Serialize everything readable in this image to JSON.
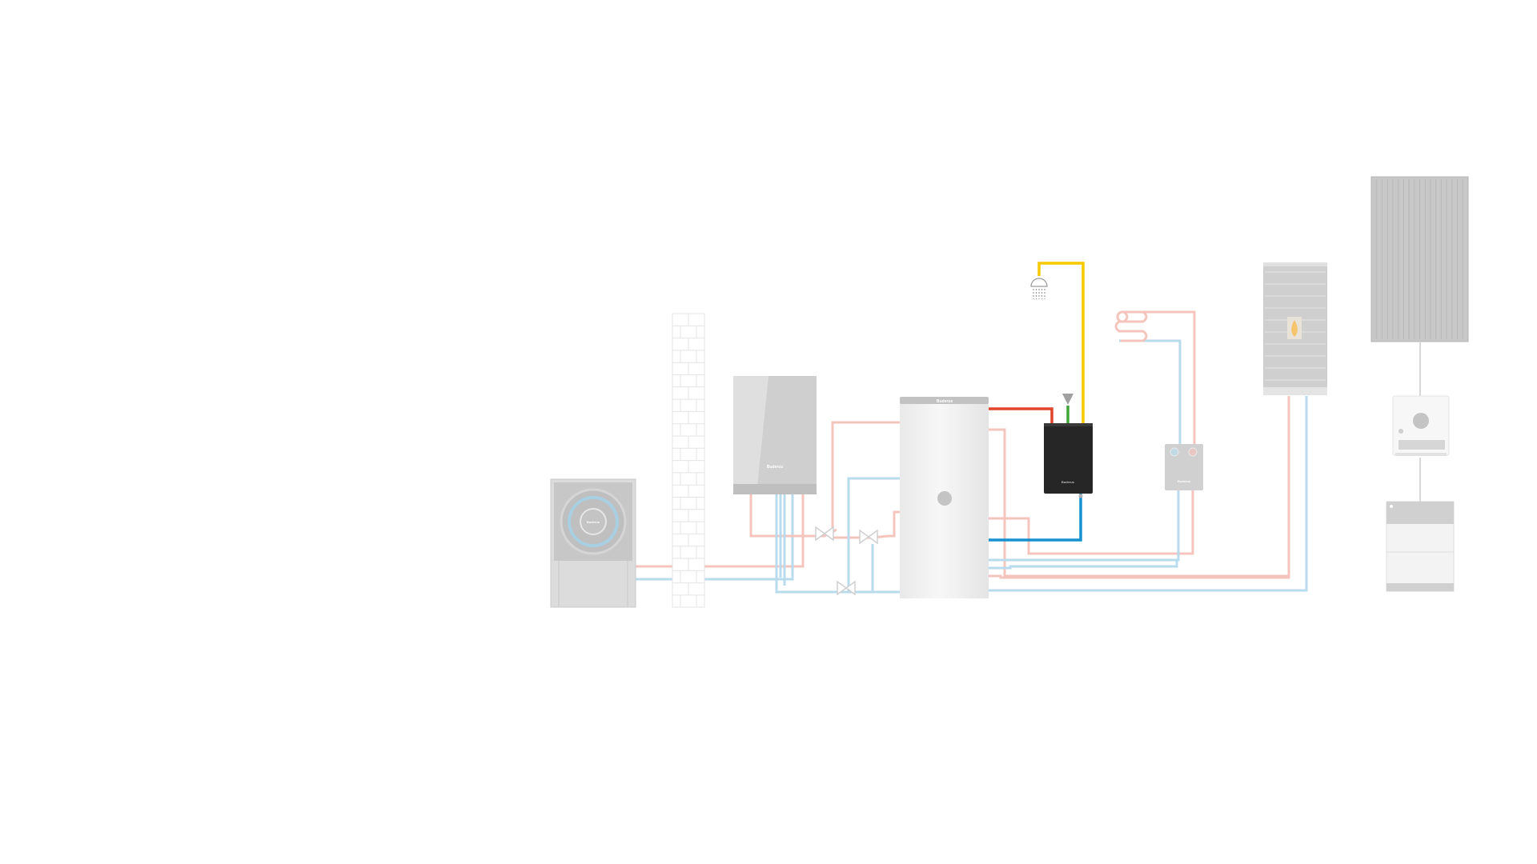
{
  "brand_label": "Buderus",
  "colors": {
    "background": "#ffffff",
    "pipe_hot_faded": "#f4c4bd",
    "pipe_cold_faded": "#b9dbee",
    "pipe_hot_active": "#e0452c",
    "pipe_cold_active": "#1790d0",
    "pipe_dhw_active": "#f5c800",
    "pipe_cold_water_active": "#3fa535",
    "device_grey": "#c8c8c8",
    "station_dark": "#262626"
  },
  "components": {
    "heat_pump": "outdoor heat pump unit",
    "wall": "brick wall",
    "boiler": "wall-hung boiler",
    "storage_tank": "buffer storage tank",
    "fresh_water_station": "fresh water station",
    "shower": "shower head",
    "underfloor_heating": "underfloor heating loop",
    "heating_circuit_station": "heating circuit station",
    "stove": "pellet stove",
    "pv_panel": "photovoltaic panel",
    "inverter": "inverter",
    "battery": "battery storage"
  }
}
